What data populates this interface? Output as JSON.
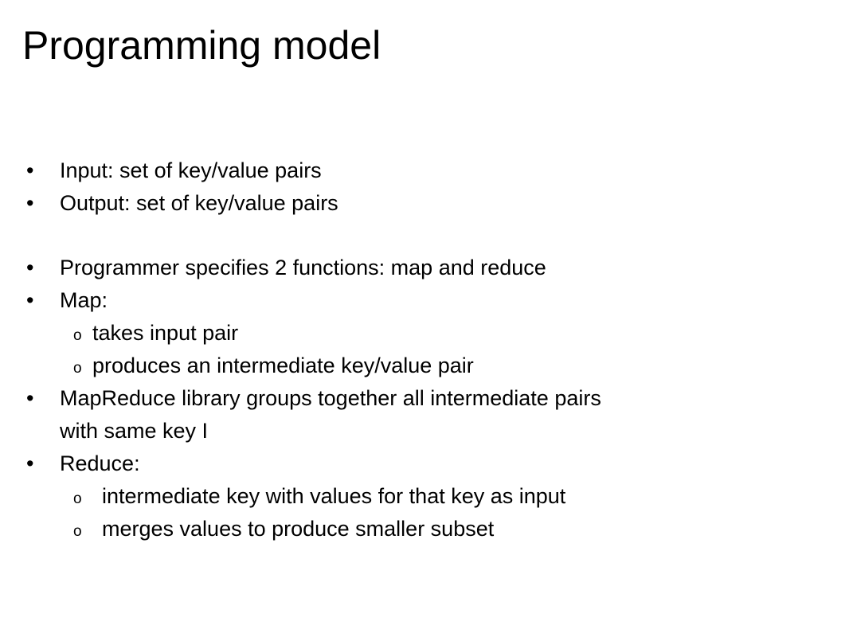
{
  "slide": {
    "title": "Programming model",
    "bullet_glyph": "•",
    "sub_bullet_glyph": "o",
    "items": [
      {
        "text": "Input: set of key/value pairs"
      },
      {
        "text": "Output: set of key/value pairs"
      },
      {
        "text": "Programmer specifies 2 functions: map and reduce"
      },
      {
        "text": "Map:"
      },
      {
        "text": "takes input pair"
      },
      {
        "text": "produces an intermediate key/value pair"
      },
      {
        "text": "MapReduce library groups together all intermediate pairs"
      },
      {
        "text": "with same key I"
      },
      {
        "text": "Reduce:"
      },
      {
        "text": "intermediate key with values for that key as input"
      },
      {
        "text": "merges values to produce smaller subset"
      }
    ]
  }
}
